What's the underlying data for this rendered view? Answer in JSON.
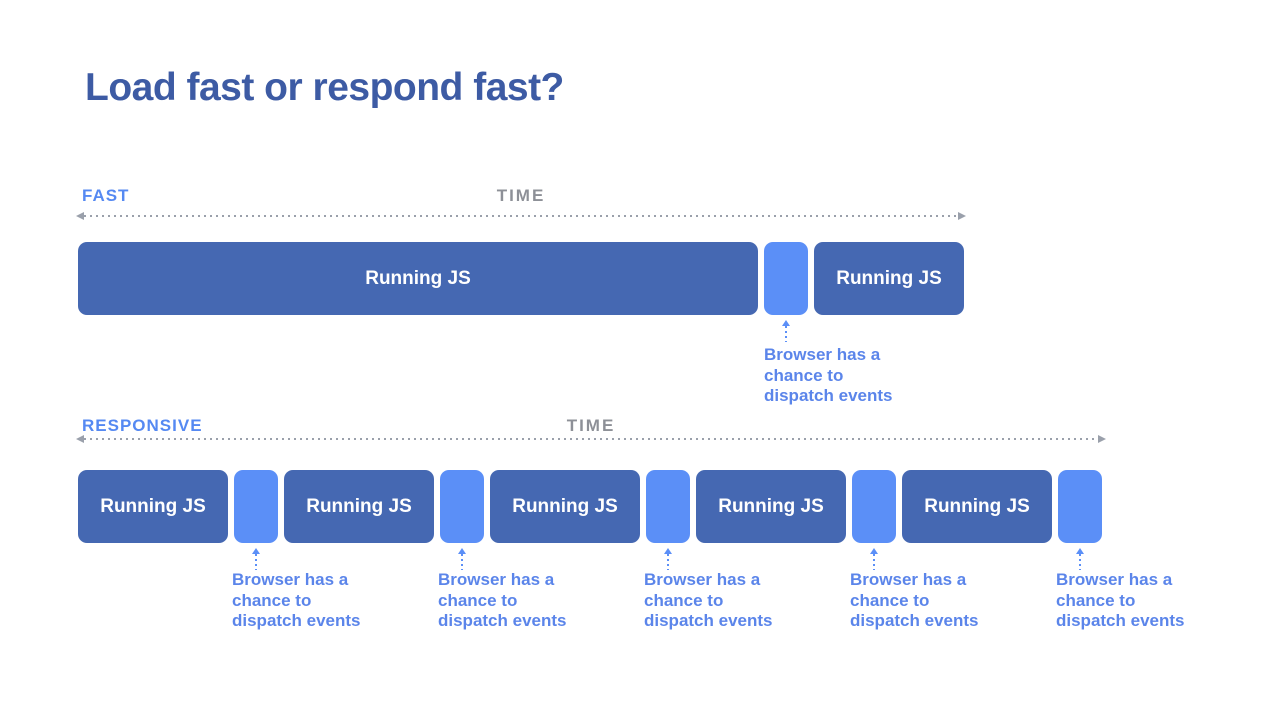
{
  "title": "Load fast or respond fast?",
  "theme": {
    "background": "#ffffff",
    "title_color": "#3d5ba4",
    "block_dark_blue": "#4568b2",
    "block_light_blue": "#5b8ff7",
    "section_label_blue": "#5589f2",
    "annotation_blue": "#5b85ea",
    "time_label_gray": "#8d9097",
    "axis_line_gray": "#9aa0ab"
  },
  "fast": {
    "label": "FAST",
    "time_label": "TIME",
    "blocks": [
      {
        "kind": "running-js",
        "label": "Running JS"
      },
      {
        "kind": "browser-gap",
        "label": ""
      },
      {
        "kind": "running-js",
        "label": "Running JS"
      }
    ],
    "annotations": [
      {
        "text": "Browser has a chance to dispatch events"
      }
    ]
  },
  "responsive": {
    "label": "RESPONSIVE",
    "time_label": "TIME",
    "blocks": [
      {
        "kind": "running-js",
        "label": "Running JS"
      },
      {
        "kind": "browser-gap",
        "label": ""
      },
      {
        "kind": "running-js",
        "label": "Running JS"
      },
      {
        "kind": "browser-gap",
        "label": ""
      },
      {
        "kind": "running-js",
        "label": "Running JS"
      },
      {
        "kind": "browser-gap",
        "label": ""
      },
      {
        "kind": "running-js",
        "label": "Running JS"
      },
      {
        "kind": "browser-gap",
        "label": ""
      },
      {
        "kind": "running-js",
        "label": "Running JS"
      },
      {
        "kind": "browser-gap",
        "label": ""
      }
    ],
    "annotations": [
      {
        "text": "Browser has a chance to dispatch events"
      },
      {
        "text": "Browser has a chance to dispatch events"
      },
      {
        "text": "Browser has a chance to dispatch events"
      },
      {
        "text": "Browser has a chance to dispatch events"
      },
      {
        "text": "Browser has a chance to dispatch events"
      }
    ]
  }
}
